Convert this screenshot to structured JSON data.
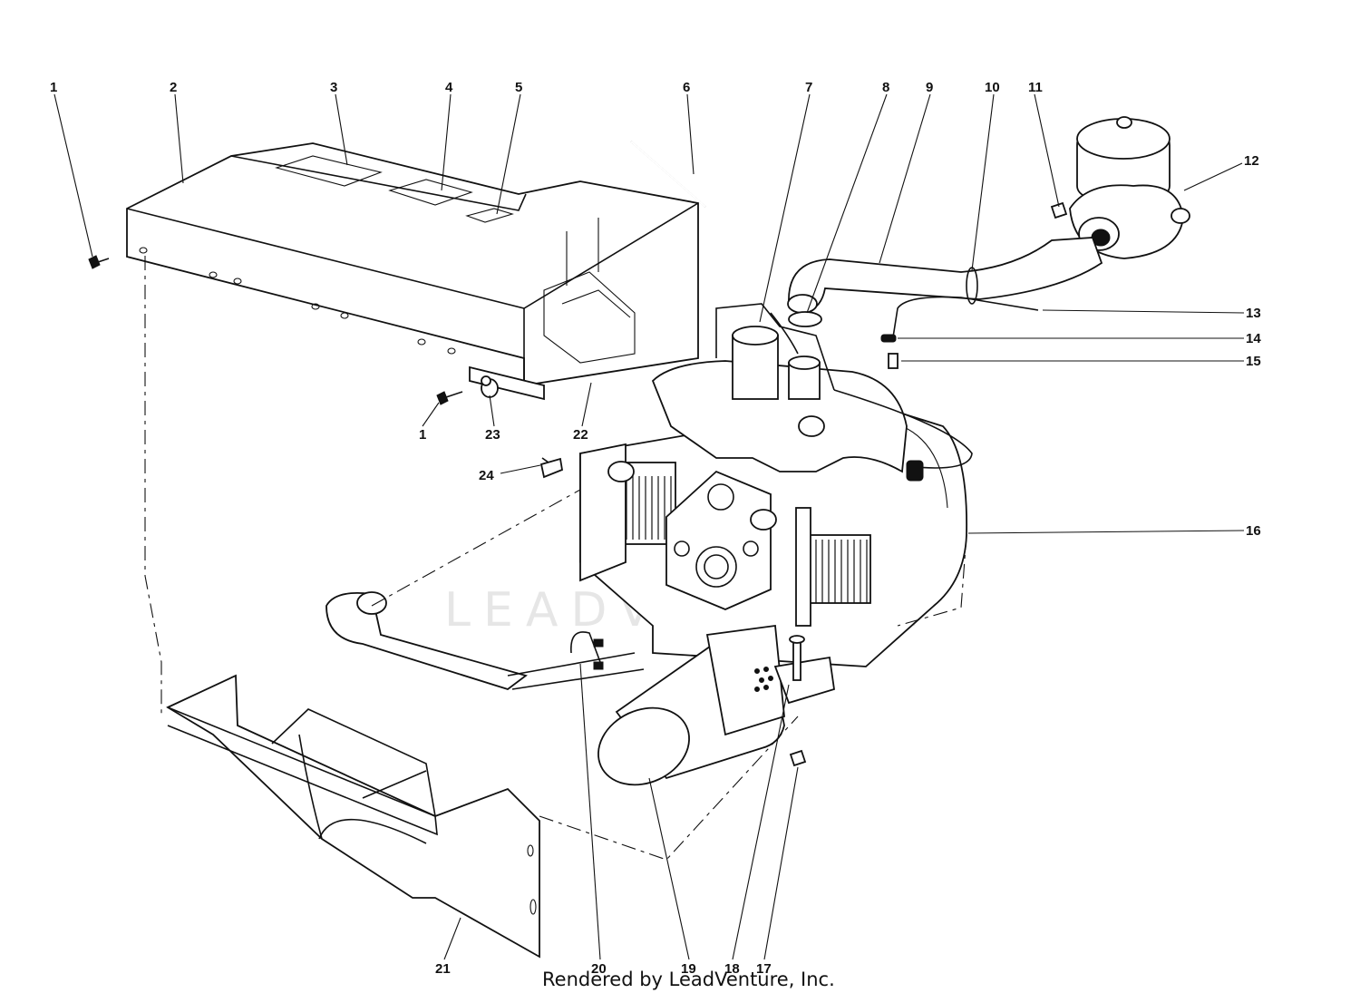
{
  "callouts": [
    {
      "label": "1"
    },
    {
      "label": "2"
    },
    {
      "label": "3"
    },
    {
      "label": "4"
    },
    {
      "label": "5"
    },
    {
      "label": "6"
    },
    {
      "label": "7"
    },
    {
      "label": "8"
    },
    {
      "label": "9"
    },
    {
      "label": "10"
    },
    {
      "label": "11"
    },
    {
      "label": "12"
    },
    {
      "label": "13"
    },
    {
      "label": "14"
    },
    {
      "label": "15"
    },
    {
      "label": "16"
    },
    {
      "label": "17"
    },
    {
      "label": "18"
    },
    {
      "label": "19"
    },
    {
      "label": "20"
    },
    {
      "label": "21"
    },
    {
      "label": "22"
    },
    {
      "label": "23"
    },
    {
      "label": "24"
    },
    {
      "label": "1"
    }
  ],
  "watermark": "LEADVENTURE",
  "credit": "Rendered by LeadVenture, Inc."
}
